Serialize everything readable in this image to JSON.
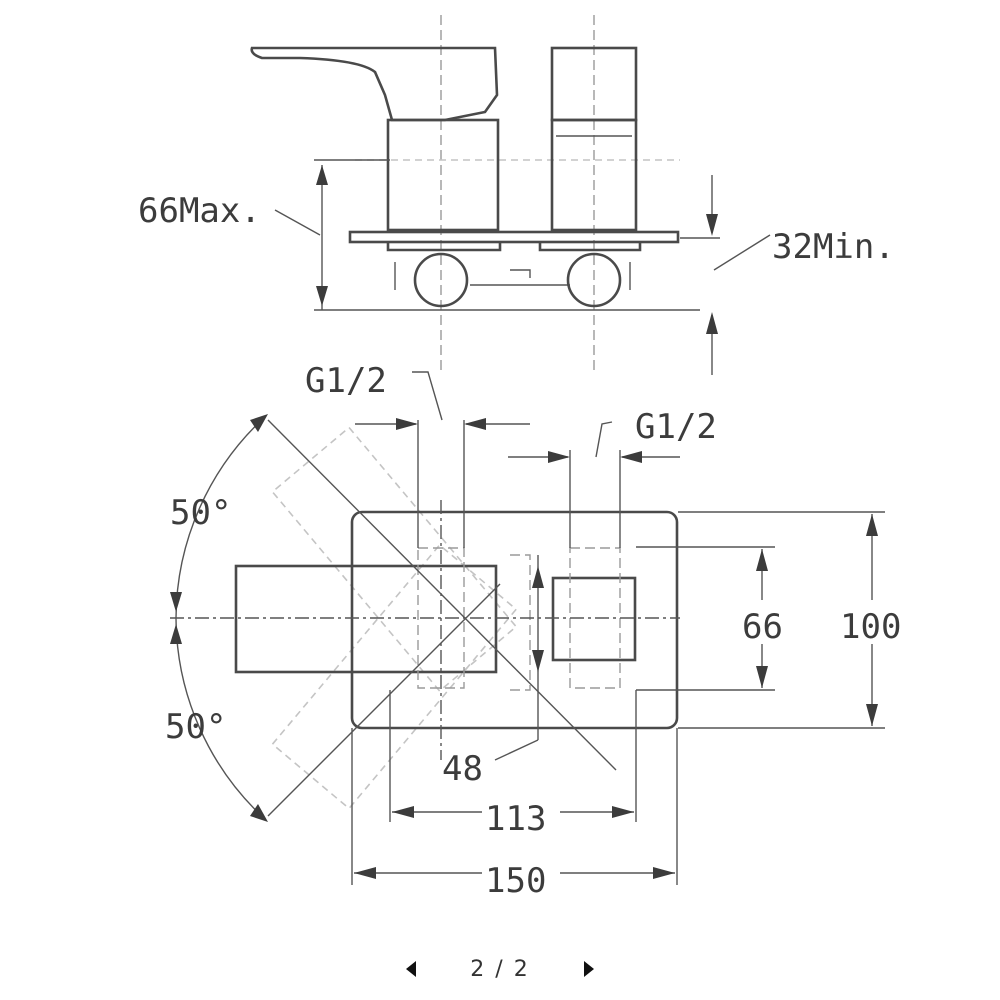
{
  "drawing": {
    "side_view": {
      "height_max_label": "66Max.",
      "height_min_label": "32Min."
    },
    "plan_view": {
      "thread_left": "G1/2",
      "thread_right": "G1/2",
      "angle_upper": "50°",
      "angle_lower": "50°",
      "dim_66": "66",
      "dim_100": "100",
      "dim_48": "48",
      "dim_113": "113",
      "dim_150": "150"
    }
  },
  "pager": {
    "label": "2 / 2",
    "prev_icon": "triangle-left-icon",
    "next_icon": "triangle-right-icon"
  }
}
